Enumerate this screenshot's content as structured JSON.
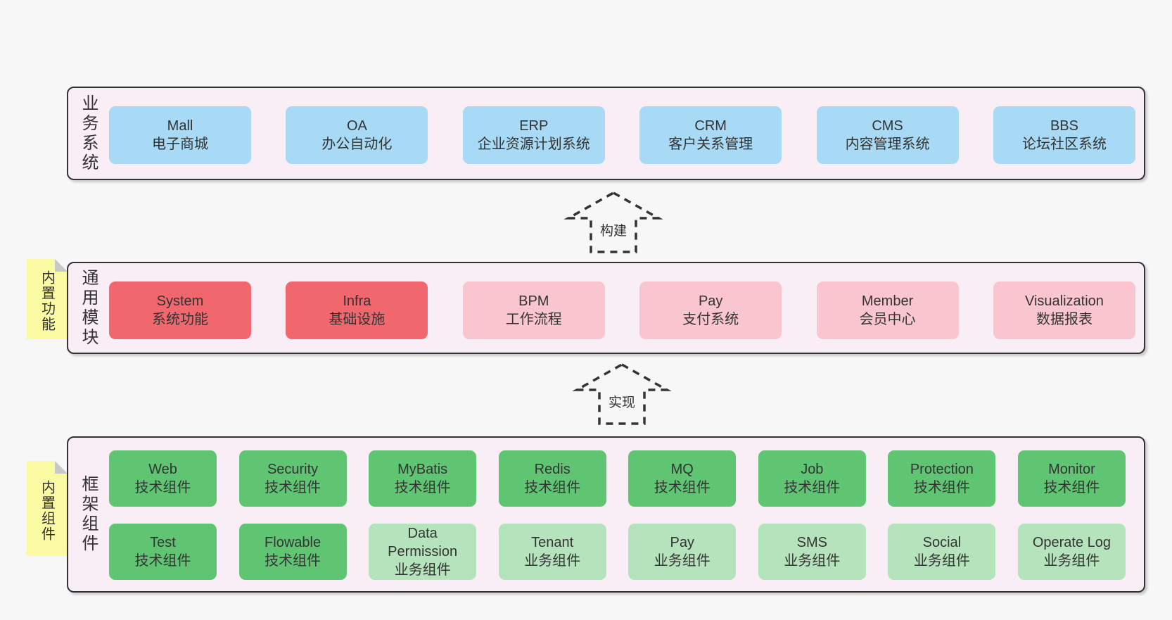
{
  "colors": {
    "page_bg": "#f7f7f7",
    "band_bg": "#f9edf6",
    "band_border": "#333333",
    "box_blue": "#a8daf5",
    "box_red": "#f0676d",
    "box_pink": "#f9c6d0",
    "box_green": "#5fc573",
    "box_green_light": "#b5e3bb",
    "sticky_bg": "#fafaa2",
    "sticky_fold": "#c8c8c8",
    "arrow": "#333333",
    "text": "#333333"
  },
  "bands": [
    {
      "label": "业务系统",
      "sticky": null,
      "rows": [
        [
          {
            "name": "Mall",
            "subtitle": "电子商城",
            "variant": "blue"
          },
          {
            "name": "OA",
            "subtitle": "办公自动化",
            "variant": "blue"
          },
          {
            "name": "ERP",
            "subtitle": "企业资源计划系统",
            "variant": "blue"
          },
          {
            "name": "CRM",
            "subtitle": "客户关系管理",
            "variant": "blue"
          },
          {
            "name": "CMS",
            "subtitle": "内容管理系统",
            "variant": "blue"
          },
          {
            "name": "BBS",
            "subtitle": "论坛社区系统",
            "variant": "blue"
          }
        ]
      ]
    },
    {
      "label": "通用模块",
      "sticky": "内置功能",
      "rows": [
        [
          {
            "name": "System",
            "subtitle": "系统功能",
            "variant": "red"
          },
          {
            "name": "Infra",
            "subtitle": "基础设施",
            "variant": "red"
          },
          {
            "name": "BPM",
            "subtitle": "工作流程",
            "variant": "pink"
          },
          {
            "name": "Pay",
            "subtitle": "支付系统",
            "variant": "pink"
          },
          {
            "name": "Member",
            "subtitle": "会员中心",
            "variant": "pink"
          },
          {
            "name": "Visualization",
            "subtitle": "数据报表",
            "variant": "pink"
          }
        ]
      ]
    },
    {
      "label": "框架组件",
      "sticky": "内置组件",
      "rows": [
        [
          {
            "name": "Web",
            "subtitle": "技术组件",
            "variant": "green"
          },
          {
            "name": "Security",
            "subtitle": "技术组件",
            "variant": "green"
          },
          {
            "name": "MyBatis",
            "subtitle": "技术组件",
            "variant": "green"
          },
          {
            "name": "Redis",
            "subtitle": "技术组件",
            "variant": "green"
          },
          {
            "name": "MQ",
            "subtitle": "技术组件",
            "variant": "green"
          },
          {
            "name": "Job",
            "subtitle": "技术组件",
            "variant": "green"
          },
          {
            "name": "Protection",
            "subtitle": "技术组件",
            "variant": "green"
          },
          {
            "name": "Monitor",
            "subtitle": "技术组件",
            "variant": "green"
          }
        ],
        [
          {
            "name": "Test",
            "subtitle": "技术组件",
            "variant": "green"
          },
          {
            "name": "Flowable",
            "subtitle": "技术组件",
            "variant": "green"
          },
          {
            "name": "Data Permission",
            "subtitle": "业务组件",
            "variant": "green-light"
          },
          {
            "name": "Tenant",
            "subtitle": "业务组件",
            "variant": "green-light"
          },
          {
            "name": "Pay",
            "subtitle": "业务组件",
            "variant": "green-light"
          },
          {
            "name": "SMS",
            "subtitle": "业务组件",
            "variant": "green-light"
          },
          {
            "name": "Social",
            "subtitle": "业务组件",
            "variant": "green-light"
          },
          {
            "name": "Operate Log",
            "subtitle": "业务组件",
            "variant": "green-light"
          }
        ]
      ]
    }
  ],
  "arrows": [
    {
      "label": "构建"
    },
    {
      "label": "实现"
    }
  ]
}
